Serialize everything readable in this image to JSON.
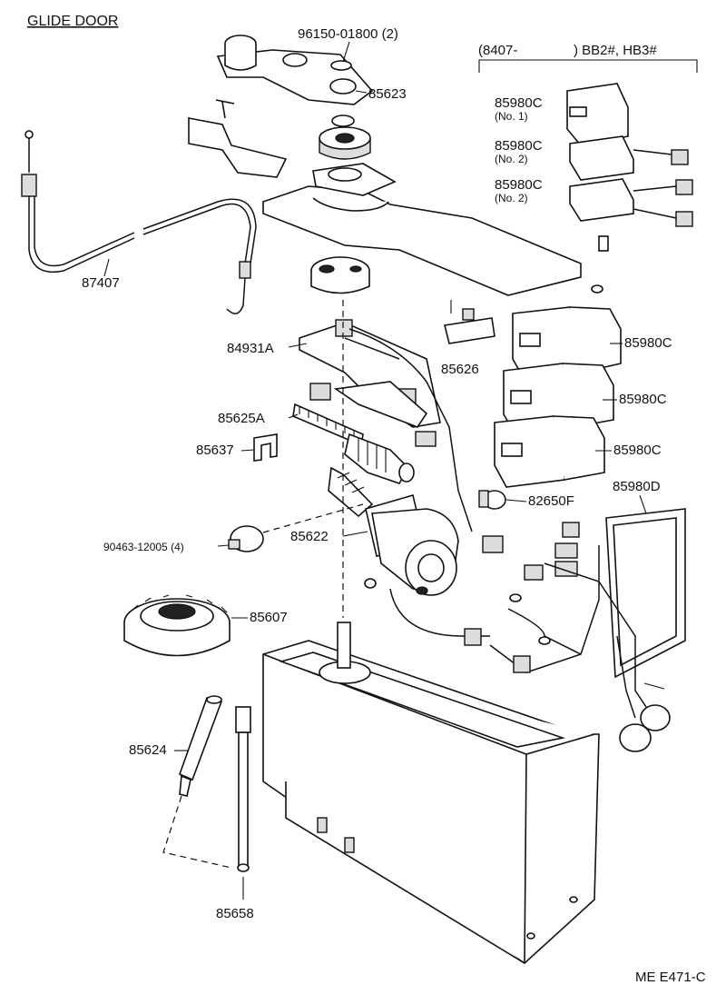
{
  "title": "GLIDE DOOR",
  "group": {
    "bracket": "(8407-",
    "models": ") BB2#, HB3#",
    "relay_label": "85980C",
    "no1": "(No. 1)",
    "no2": "(No. 2)"
  },
  "parts": {
    "p96150": "96150-01800 (2)",
    "p85623": "85623",
    "p87407": "87407",
    "p84931A": "84931A",
    "p85626": "85626",
    "p85980C": "85980C",
    "p85625A": "85625A",
    "p85637": "85637",
    "p82650F": "82650F",
    "p85980D": "85980D",
    "p90463": "90463-12005 (4)",
    "p85622": "85622",
    "p85607": "85607",
    "p85624": "85624",
    "p85658": "85658"
  },
  "footer": {
    "ref": "ME E471-C"
  }
}
